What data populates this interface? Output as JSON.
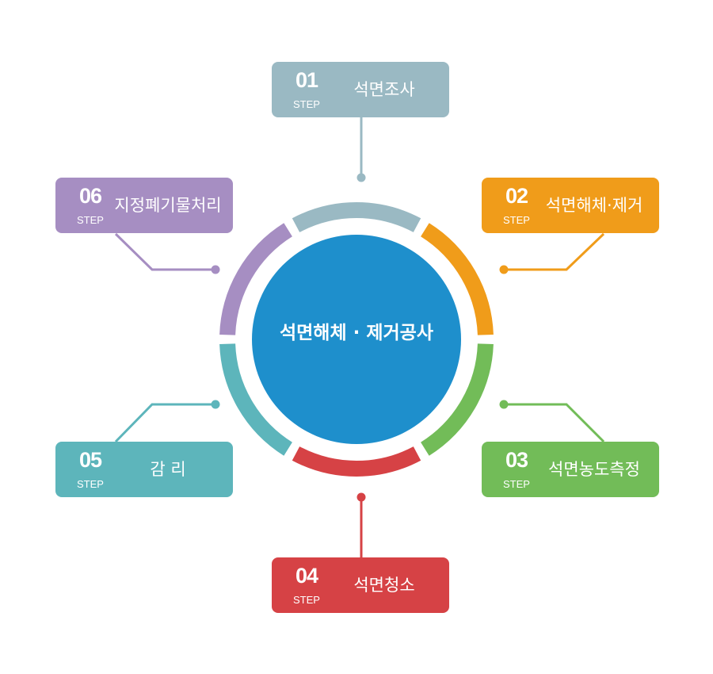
{
  "center": {
    "title": "석면해체 · 제거공사",
    "color": "#1e8fcc"
  },
  "steps": [
    {
      "number": "01",
      "step": "STEP",
      "label": "석면조사",
      "color": "#9ab9c3"
    },
    {
      "number": "02",
      "step": "STEP",
      "label": "석면해체·제거",
      "color": "#f09c1a"
    },
    {
      "number": "03",
      "step": "STEP",
      "label": "석면농도측정",
      "color": "#72bc58"
    },
    {
      "number": "04",
      "step": "STEP",
      "label": "석면청소",
      "color": "#d64245"
    },
    {
      "number": "05",
      "step": "STEP",
      "label": "감 리",
      "color": "#5db5bb"
    },
    {
      "number": "06",
      "step": "STEP",
      "label": "지정폐기물처리",
      "color": "#a68ec2"
    }
  ]
}
